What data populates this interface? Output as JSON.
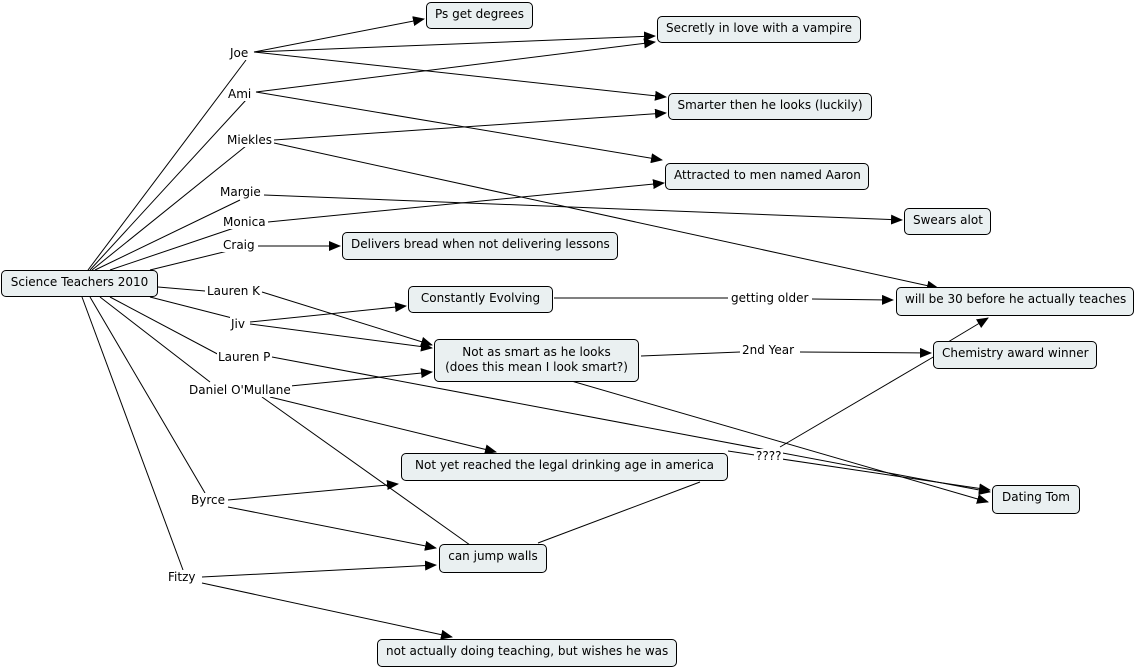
{
  "root": "Science Teachers 2010",
  "teachers": {
    "joe": "Joe",
    "ami": "Ami",
    "miekles": "Miekles",
    "margie": "Margie",
    "monica": "Monica",
    "craig": "Craig",
    "lauren_k": "Lauren K",
    "jiv": "Jiv",
    "lauren_p": "Lauren P",
    "daniel": "Daniel O'Mullane",
    "byrce": "Byrce",
    "fitzy": "Fitzy"
  },
  "traits": {
    "ps_get_degrees": "Ps get degrees",
    "vampire": "Secretly in love with a vampire",
    "smarter": "Smarter then he looks (luckily)",
    "aaron": "Attracted to men named Aaron",
    "swears": "Swears alot",
    "bread": "Delivers bread when not delivering lessons",
    "evolving": "Constantly Evolving",
    "thirty": "will be 30 before he actually teaches",
    "not_smart_line1": "Not as smart as he looks",
    "not_smart_line2": "(does this mean I look smart?)",
    "chemistry": "Chemistry award winner",
    "drinking": "Not yet reached the legal drinking age in america",
    "dating_tom": "Dating Tom",
    "jump_walls": "can jump walls",
    "not_teaching": "not actually doing teaching, but wishes he was"
  },
  "edge_labels": {
    "getting_older": "getting older",
    "second_year": "2nd Year",
    "question": "????"
  }
}
